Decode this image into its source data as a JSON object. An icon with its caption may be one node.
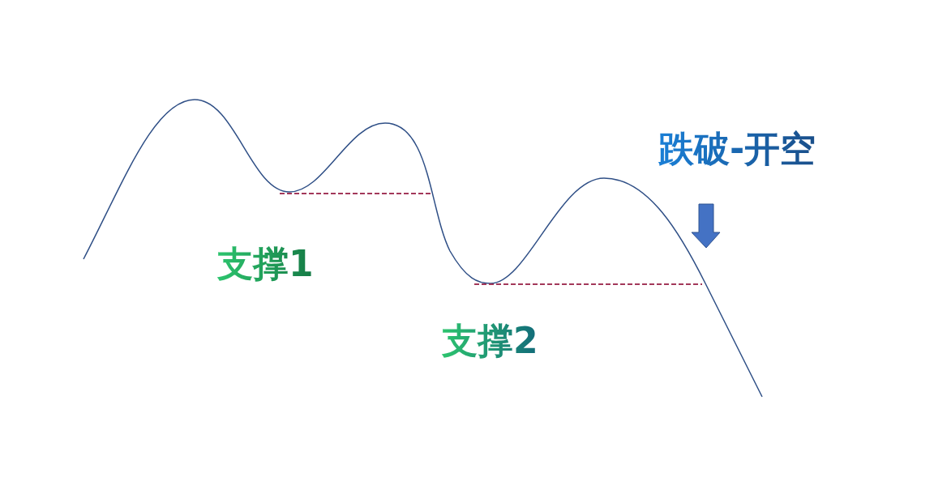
{
  "diagram": {
    "labels": [
      "跌破-开空",
      "支撑1",
      "支撑2"
    ]
  }
}
